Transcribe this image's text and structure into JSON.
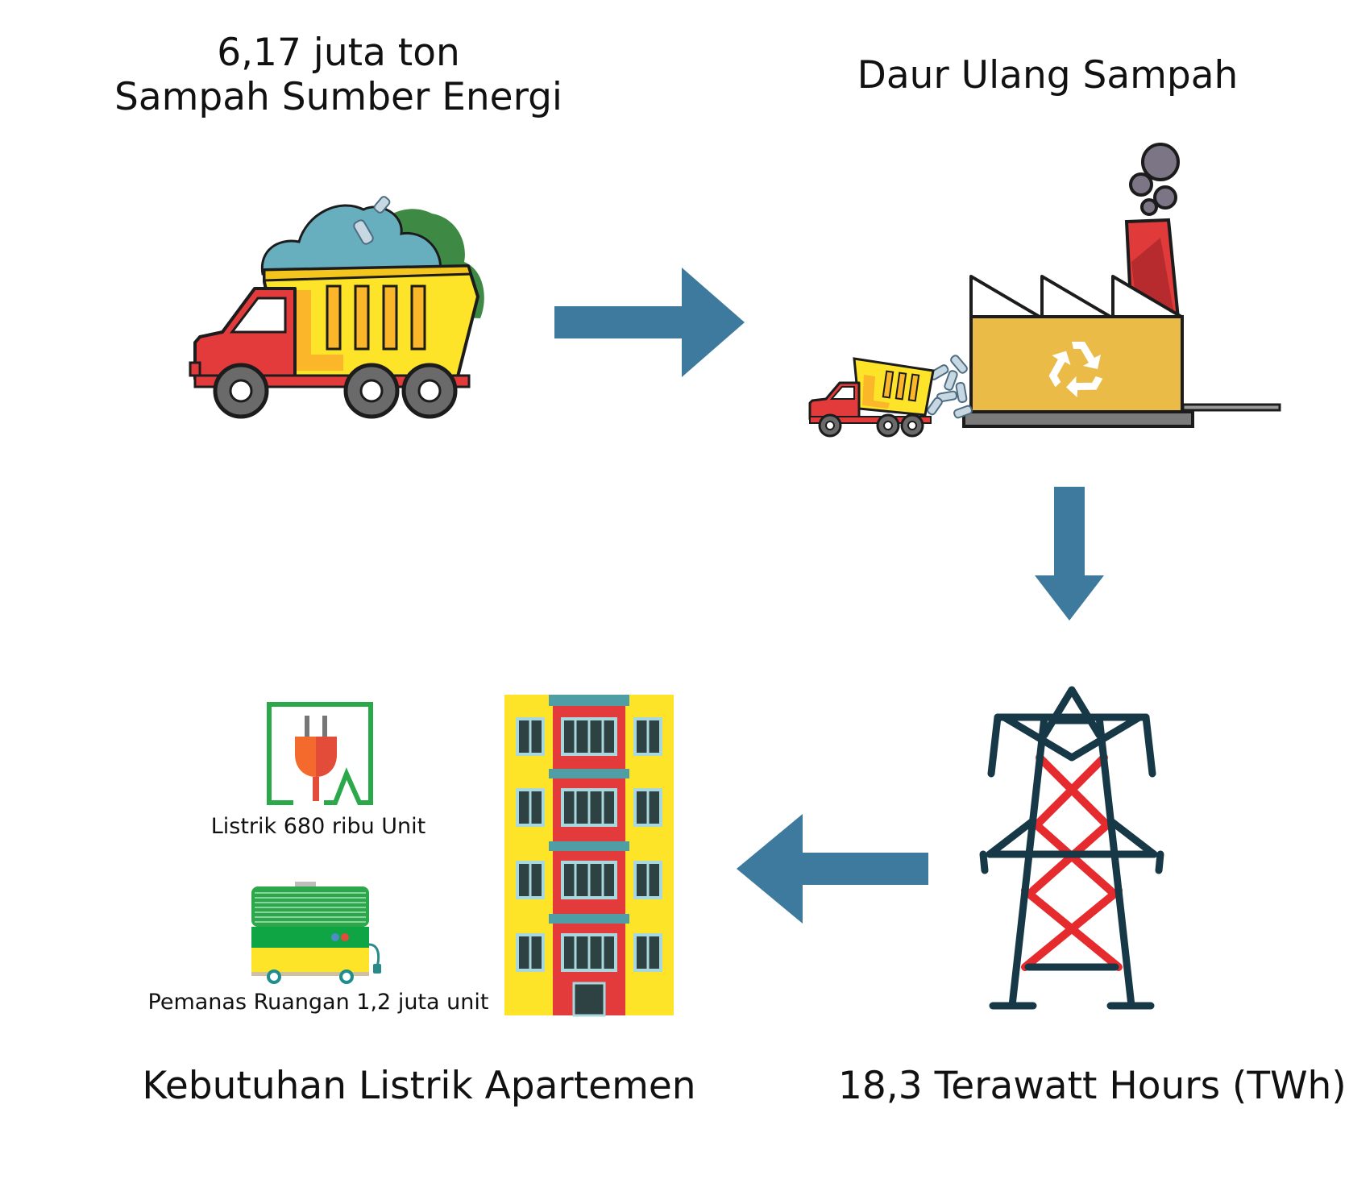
{
  "steps": {
    "waste": {
      "line1": "6,17 juta ton",
      "line2": "Sampah Sumber Energi"
    },
    "recycle": {
      "label": "Daur Ulang Sampah"
    },
    "energy": {
      "label": "18,3 Terawatt Hours (TWh)"
    },
    "demand": {
      "label": "Kebutuhan Listrik Apartemen"
    }
  },
  "uses": {
    "electricity": {
      "label": "Listrik 680 ribu Unit"
    },
    "heater": {
      "label": "Pemanas Ruangan 1,2 juta unit"
    }
  },
  "colors": {
    "arrow": "#3d7a9e",
    "truck_red": "#e33a3c",
    "truck_yellow": "#fde428",
    "factory": "#ebbb48",
    "tower_dark": "#173847",
    "tower_red": "#e52b2d",
    "plug_green": "#2aa84a",
    "building_yellow": "#fde428"
  }
}
